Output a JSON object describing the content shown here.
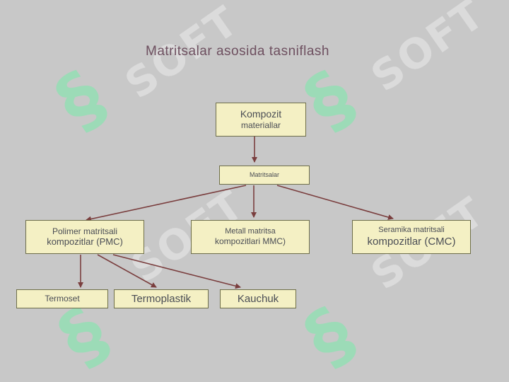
{
  "title": "Matritsalar asosida tasniflash",
  "watermark": {
    "text": "SOFT",
    "mark": "§",
    "color": "#8ff0b8"
  },
  "colors": {
    "node_fill": "#f4f0c4",
    "node_border": "#6e6e4a",
    "connector": "#7a3e3e",
    "node_text": "#4a4d55"
  },
  "nodes": {
    "root": {
      "line1": "Kompozit",
      "line2": "materiallar"
    },
    "matrix": {
      "label": "Matritsalar"
    },
    "pmc": {
      "line1": "Polimer matritsali",
      "line2": "kompozitlar (PMC)"
    },
    "mmc": {
      "line1": "Metall matritsa",
      "line2": "kompozitlari MMC)"
    },
    "cmc": {
      "line1": "Seramika matritsali",
      "line2": "kompozitlar (CMC)"
    },
    "termoset": {
      "label": "Termoset"
    },
    "termoplastik": {
      "label": "Termoplastik"
    },
    "kauchuk": {
      "label": "Kauchuk"
    }
  }
}
